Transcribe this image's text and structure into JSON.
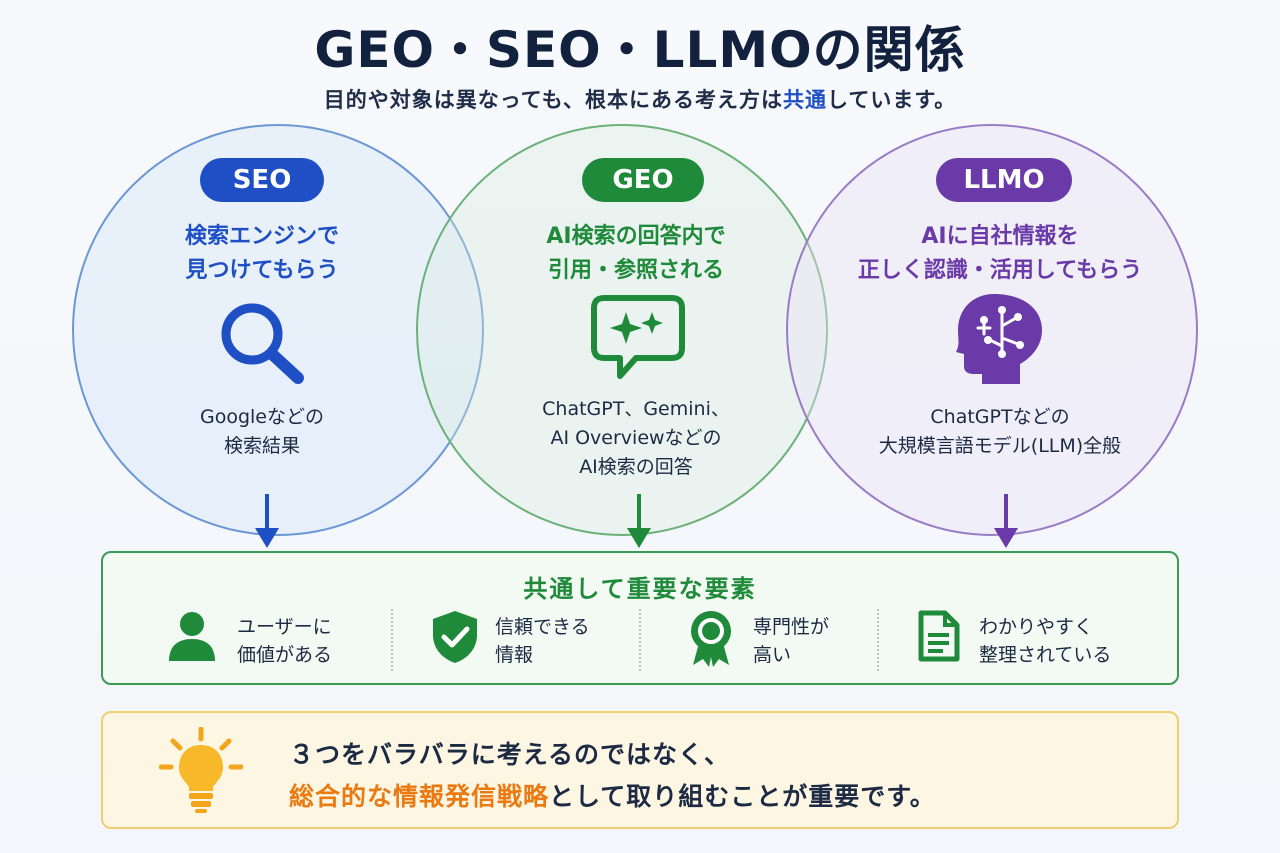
{
  "title": "GEO・SEO・LLMOの関係",
  "subtitle": {
    "before": "目的や対象は異なっても、根本にある考え方は",
    "highlight": "共通",
    "after": "しています。"
  },
  "colors": {
    "seo": "#1f4fc4",
    "geo": "#1f8a3a",
    "llmo": "#6a3aa8",
    "accent_orange": "#ea7a12"
  },
  "circles": {
    "seo": {
      "label": "SEO",
      "headline_1": "検索エンジンで",
      "headline_2": "見つけてもらう",
      "icon": "search-icon",
      "desc_1": "Googleなどの",
      "desc_2": "検索結果",
      "desc_3": ""
    },
    "geo": {
      "label": "GEO",
      "headline_1": "AI検索の回答内で",
      "headline_2": "引用・参照される",
      "icon": "ai-chat-icon",
      "desc_1": "ChatGPT、Gemini、",
      "desc_2": "AI Overviewなどの",
      "desc_3": "AI検索の回答"
    },
    "llmo": {
      "label": "LLMO",
      "headline_1": "AIに自社情報を",
      "headline_2": "正しく認識・活用してもらう",
      "icon": "ai-brain-icon",
      "desc_1": "ChatGPTなどの",
      "desc_2": "大規模言語モデル(LLM)全般",
      "desc_3": ""
    }
  },
  "common": {
    "title": "共通して重要な要素",
    "features": [
      {
        "line1": "ユーザーに",
        "line2": "価値がある",
        "icon": "user-icon"
      },
      {
        "line1": "信頼できる",
        "line2": "情報",
        "icon": "shield-check-icon"
      },
      {
        "line1": "専門性が",
        "line2": "高い",
        "icon": "award-ribbon-icon"
      },
      {
        "line1": "わかりやすく",
        "line2": "整理されている",
        "icon": "document-icon"
      }
    ]
  },
  "note": {
    "icon": "lightbulb-icon",
    "line1": "３つをバラバラに考えるのではなく、",
    "line2_highlight": "総合的な情報発信戦略",
    "line2_rest": "として取り組むことが重要です。"
  }
}
